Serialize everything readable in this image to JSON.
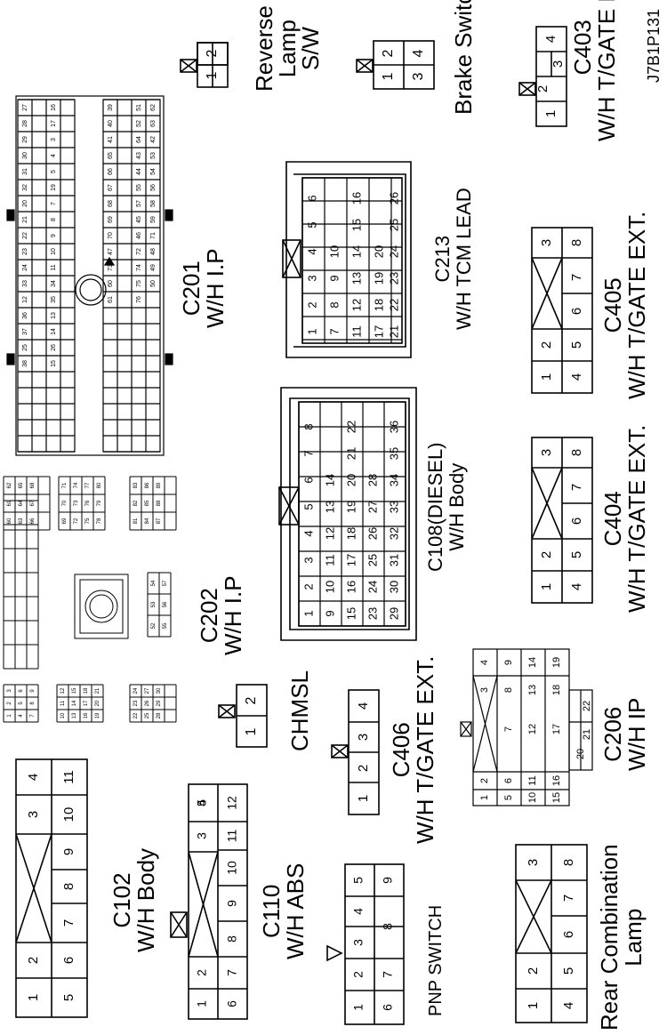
{
  "figure_id": "J7B1P131",
  "connectors": {
    "reverse_lamp": {
      "title": "Reverse Lamp S/W",
      "line1": "Reverse",
      "line2": "Lamp",
      "line3": "S/W",
      "pins": [
        "1",
        "2"
      ]
    },
    "brake_switch": {
      "title": "Brake Switch",
      "pins": [
        "1",
        "2",
        "3",
        "4"
      ]
    },
    "c403": {
      "id": "C403",
      "desc": "W/H T/GATE  EXT.",
      "pins": [
        "1",
        "2",
        "3",
        "4"
      ]
    },
    "c201": {
      "id": "C201",
      "desc": "W/H I.P"
    },
    "c213": {
      "id": "C213",
      "desc": "W/H TCM LEAD"
    },
    "c405": {
      "id": "C405",
      "desc": "W/H T/GATE EXT.",
      "pins": [
        "1",
        "2",
        "3",
        "4",
        "5",
        "6",
        "7",
        "8"
      ]
    },
    "c202": {
      "id": "C202",
      "desc": "W/H I.P"
    },
    "c108": {
      "id": "C108(DIESEL)",
      "desc": "W/H Body"
    },
    "c404": {
      "id": "C404",
      "desc": "W/H T/GATE EXT.",
      "pins": [
        "1",
        "2",
        "3",
        "4",
        "5",
        "6",
        "7",
        "8"
      ]
    },
    "chmsl": {
      "title": "CHMSL",
      "pins": [
        "1",
        "2"
      ]
    },
    "c406": {
      "id": "C406",
      "desc": "W/H T/GATE EXT.",
      "pins": [
        "1",
        "2",
        "3",
        "4"
      ]
    },
    "c206": {
      "id": "C206",
      "desc": "W/H IP"
    },
    "c102": {
      "id": "C102",
      "desc": "W/H Body"
    },
    "c110": {
      "id": "C110",
      "desc": "W/H ABS"
    },
    "pnp": {
      "title": "PNP SWITCH"
    },
    "rear_comb": {
      "title": "Rear Combination Lamp",
      "line1": "Rear Combination",
      "line2": "Lamp",
      "pins": [
        "1",
        "2",
        "3",
        "4",
        "5",
        "6",
        "7",
        "8"
      ]
    }
  },
  "colors": {
    "line": "#000000",
    "background": "#ffffff"
  }
}
